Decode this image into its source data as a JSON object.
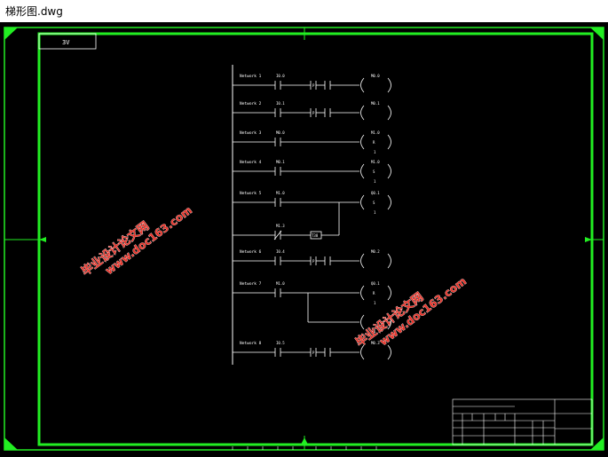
{
  "window": {
    "title": "梯形图.dwg"
  },
  "sheet": {
    "corner_tag": "3V"
  },
  "colors": {
    "background": "#000000",
    "frame": "#22ee22",
    "lines": "#ffffff",
    "watermark": "#e8342a"
  },
  "networks": [
    {
      "label": "Network 1",
      "contact": "I0.0",
      "coil": "M0.0",
      "coil_type": "P"
    },
    {
      "label": "Network 2",
      "contact": "I0.1",
      "coil": "M0.1",
      "coil_type": "P"
    },
    {
      "label": "Network 3",
      "contact": "M0.0",
      "coil": "M1.0",
      "coil_sub": "R",
      "coil_n": "1"
    },
    {
      "label": "Network 4",
      "contact": "M0.1",
      "coil": "M1.0",
      "coil_sub": "S",
      "coil_n": "1"
    },
    {
      "label": "Network 5",
      "contact": "M1.0",
      "coil": "Q0.1",
      "coil_sub": "S",
      "coil_n": "1"
    },
    {
      "label": "Network 6",
      "contact": "I0.4",
      "coil": "M0.2",
      "coil_type": "P"
    },
    {
      "label": "Network 7",
      "contact": "M1.0",
      "coil": "Q0.1",
      "coil_sub": "R",
      "coil_n": "1"
    },
    {
      "label": "Network 8",
      "contact": "I0.5",
      "coil": "M0.3",
      "coil_type": "P"
    }
  ],
  "branch": {
    "contact": "M1.3",
    "timer": "T38"
  },
  "watermark": {
    "line1": "毕业设计论文网",
    "line2": "www.doc163.com"
  }
}
